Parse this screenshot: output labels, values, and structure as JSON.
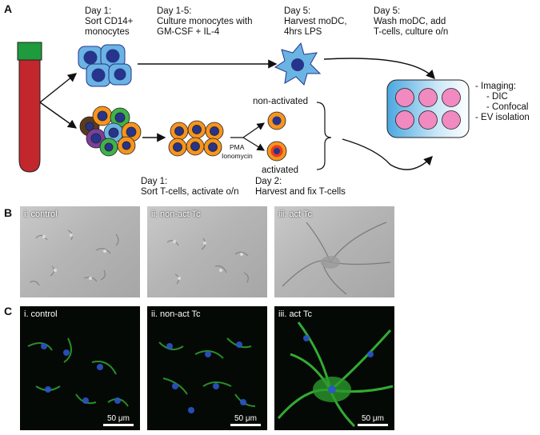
{
  "panel_letters": {
    "a": "A",
    "b": "B",
    "c": "C"
  },
  "steps": {
    "sort_monocytes": [
      "Day 1:",
      "Sort CD14+",
      "monocytes"
    ],
    "culture": [
      "Day 1-5:",
      "Culture monocytes with",
      "GM-CSF + IL-4"
    ],
    "harvest_modc": [
      "Day 5:",
      "Harvest moDC,",
      "4hrs LPS"
    ],
    "wash": [
      "Day 5:",
      "Wash moDC, add",
      "T-cells, culture o/n"
    ],
    "sort_tcells": [
      "Day 1:",
      "Sort T-cells, activate o/n"
    ],
    "harvest_t": [
      "Day 2:",
      "Harvest and fix T-cells"
    ]
  },
  "labels": {
    "non_activated": "non-activated",
    "activated": "activated",
    "pma": "PMA",
    "ionomycin": "Ionomycin"
  },
  "outputs": [
    "- Imaging:",
    "- DIC",
    "- Confocal",
    "- EV isolation"
  ],
  "panels_b": [
    "i: control",
    "ii: non-act Tc",
    "iii: act Tc"
  ],
  "panels_c": [
    "i. control",
    "ii. non-act Tc",
    "iii. act Tc"
  ],
  "scale_bar": "50 μm",
  "colors": {
    "tube_red": "#c1272d",
    "tube_cap": "#1e9b3c",
    "monocyte": "#6ab4e3",
    "nucleus": "#27348b",
    "tcell_orange": "#f7941d",
    "activated_red": "#e83c1e",
    "well_pink": "#f08ac0",
    "plate": "#9ad1ef",
    "gfp_green": "#32c832"
  }
}
